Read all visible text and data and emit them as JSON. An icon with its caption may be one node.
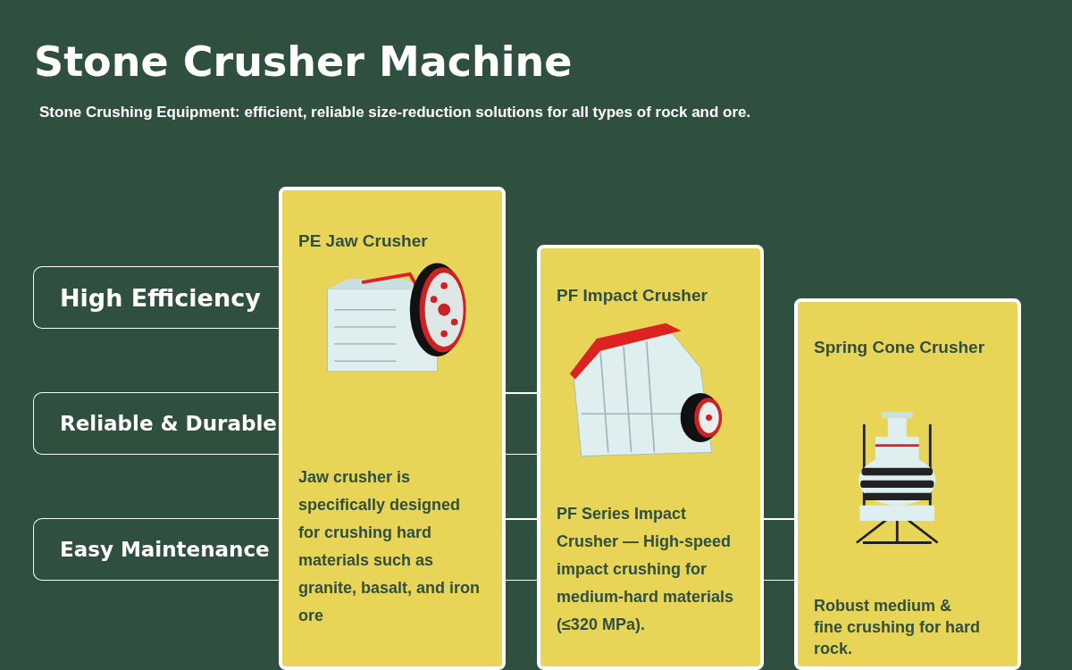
{
  "diagram": {
    "title": "Stone Crusher Machine",
    "caption": "Stone Crushing Equipment: efficient, reliable size-reduction solutions for all types of rock and ore.",
    "nodes": [
      {
        "text": [
          "High Efficiency"
        ]
      },
      {
        "text": [
          "PE Jaw Crusher",
          "Jaw crusher is specifically designed for crushing hard materials such as granite, basalt, and iron ore"
        ]
      },
      {
        "text": [
          "Reliable & Durable"
        ]
      },
      {
        "text": [
          "PF Impact Crusher",
          "PF Series Impact Crusher — High-speed impact crushing for medium-hard materials (≤320 MPa)."
        ]
      },
      {
        "text": [
          "Easy Maintenance"
        ]
      },
      {
        "text": [
          "Spring Cone Crusher",
          "Robust medium & fine crushing for hard rock."
        ]
      }
    ],
    "edges": []
  }
}
